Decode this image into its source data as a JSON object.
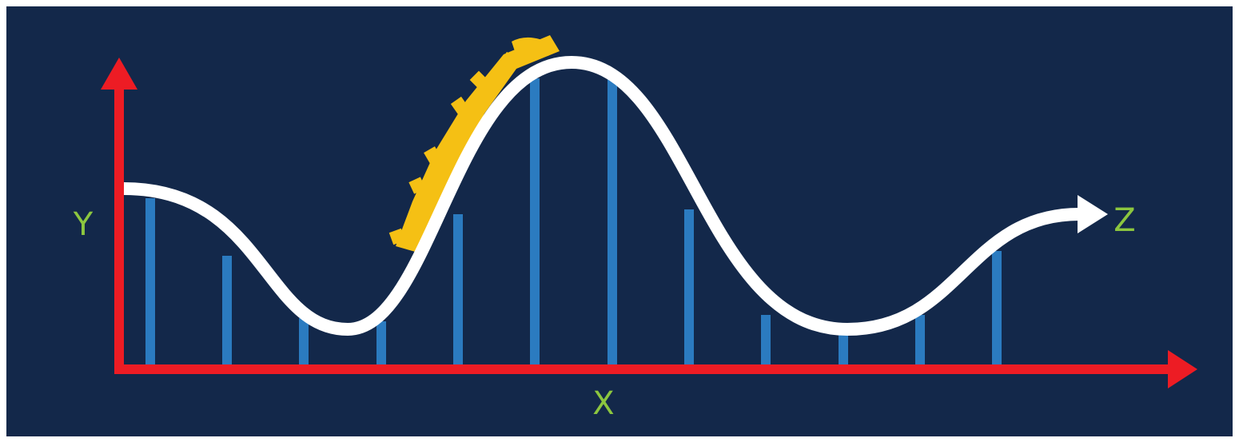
{
  "labels": {
    "x_axis": "X",
    "y_axis": "Y",
    "z_curve": "Z"
  },
  "colors": {
    "background": "#13284a",
    "axes": "#ed1c24",
    "curve": "#ffffff",
    "stems": "#2b7bc0",
    "gear": "#f5c014",
    "labels": "#8cc63f"
  },
  "icons": {
    "gear": "gear-fragment-icon"
  }
}
